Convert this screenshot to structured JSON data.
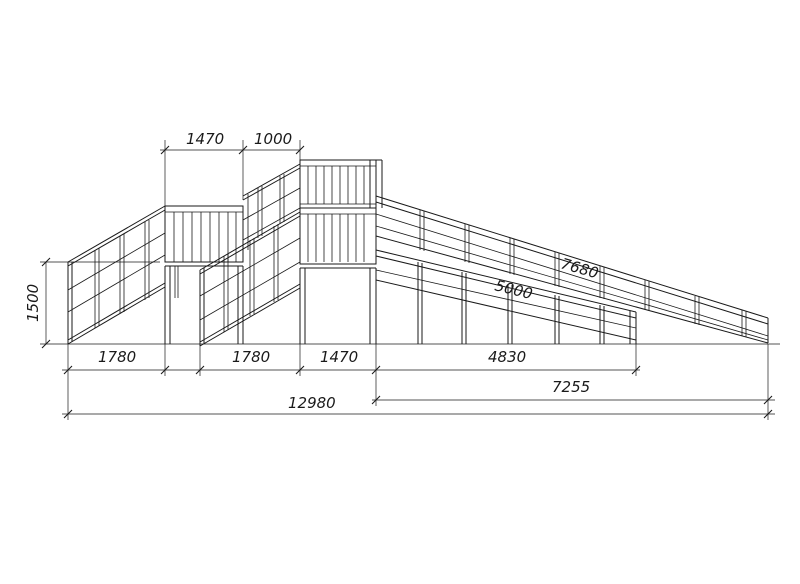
{
  "dimensions": {
    "platform_width_top": "1470",
    "stair_run_top": "1000",
    "height": "1500",
    "left_stair_run": "1780",
    "middle_stair_run": "1780",
    "platform_width_bottom": "1470",
    "short_slide_run": "4830",
    "long_slide_run": "7255",
    "total_length": "12980",
    "long_slide_length": "7680",
    "short_slide_length": "5000"
  }
}
